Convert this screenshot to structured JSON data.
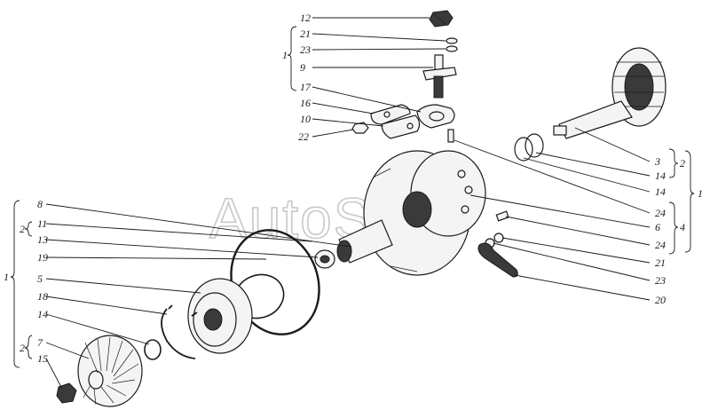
{
  "watermark": "AutoSoft",
  "labels": {
    "l12": "12",
    "l21a": "21",
    "l23a": "23",
    "l9": "9",
    "l17": "17",
    "l16": "16",
    "l10": "10",
    "l22": "22",
    "l3": "3",
    "l14a": "14",
    "l14b": "14",
    "l24a": "24",
    "l6": "6",
    "l24b": "24",
    "l21b": "21",
    "l23b": "23",
    "l20": "20",
    "l8": "8",
    "l11": "11",
    "l13": "13",
    "l19": "19",
    "l5": "5",
    "l18": "18",
    "l14c": "14",
    "l7": "7",
    "l15": "15"
  },
  "groups": {
    "g1_top": "1",
    "g2_right": "2",
    "g1_right": "1",
    "g4_right": "4",
    "g2_left_a": "2",
    "g1_left": "1",
    "g2_left_b": "2"
  }
}
